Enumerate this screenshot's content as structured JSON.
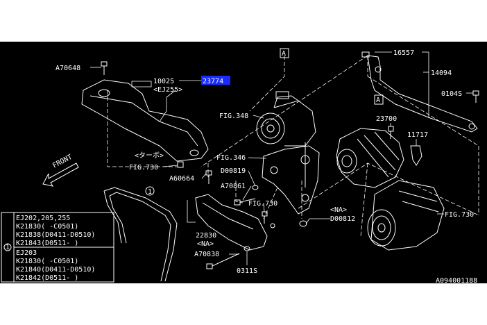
{
  "colors": {
    "background": "#000000",
    "line": "#ffffff",
    "highlight": "#1a2cff",
    "page": "#ffffff"
  },
  "labels": {
    "a70648": "A70648",
    "p10025": "10025",
    "ej255": "<EJ255>",
    "p23774": "23774",
    "p16557": "16557",
    "p14094": "14094",
    "p0104s": "0104S",
    "fig348": "FIG.348",
    "p23700": "23700",
    "p11717": "11717",
    "turbo": "<ターボ>",
    "fig346": "FIG.346",
    "fig730_top": "FIG.730",
    "d00819": "D00819",
    "a60664": "A60664",
    "a70861": "A70861",
    "fig730_mid": "FIG.730",
    "na_mid": "<NA>",
    "d00812": "D00812",
    "fig730_right": "FIG.730",
    "p22830": "22830",
    "na_low": "<NA>",
    "a70838": "A70838",
    "p0311s": "0311S",
    "front": "FRONT",
    "box_a1": "A",
    "box_a2": "A",
    "ref1": "1",
    "drawing_no": "A094001188"
  },
  "legend": {
    "marker": "1",
    "lines": [
      "EJ202,205,255",
      "K21830(  -C0501)",
      "K21838(D0411-D0510)",
      "K21843(D0511-  )",
      "EJ203",
      "K21830(  -C0501)",
      "K21840(D0411-D0510)",
      "K21842(D0511-  )"
    ]
  }
}
